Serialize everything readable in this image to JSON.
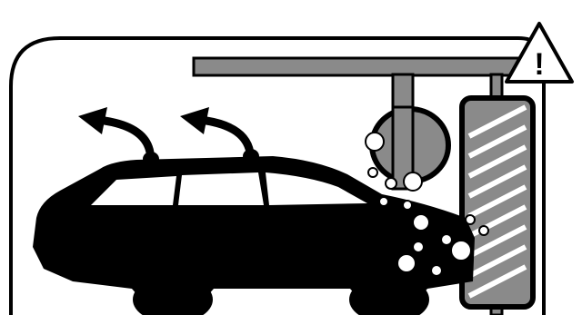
{
  "warning": {
    "symbol": "!"
  },
  "icons": {
    "frame": "rounded-frame",
    "car": "car-silhouette-icon",
    "arrows": "antenna-airflow-arrows",
    "brush_rotary": "rotary-brush-icon",
    "brush_vertical": "vertical-brush-icon",
    "foam": "foam-bubbles",
    "warning": "warning-triangle-icon"
  },
  "colors": {
    "outline": "#000000",
    "background": "#ffffff",
    "brush_fill": "#8a8a8a",
    "gantry": "#8a8a8a"
  }
}
